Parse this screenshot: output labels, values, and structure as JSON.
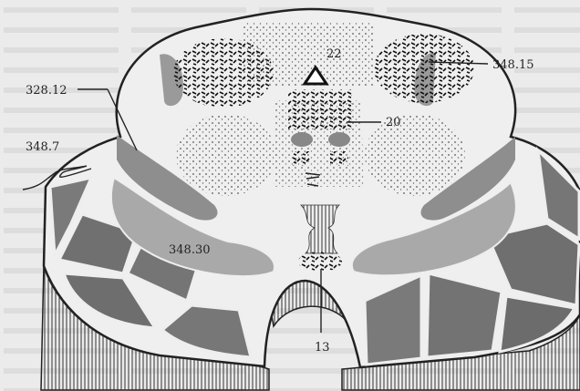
{
  "labels": {
    "l_22": "22",
    "l_348_15": "348.15",
    "l_328_12": "328.12",
    "l_20": "20",
    "l_348_7": "348.7",
    "l_348_30": "348.30",
    "l_13": "13"
  }
}
